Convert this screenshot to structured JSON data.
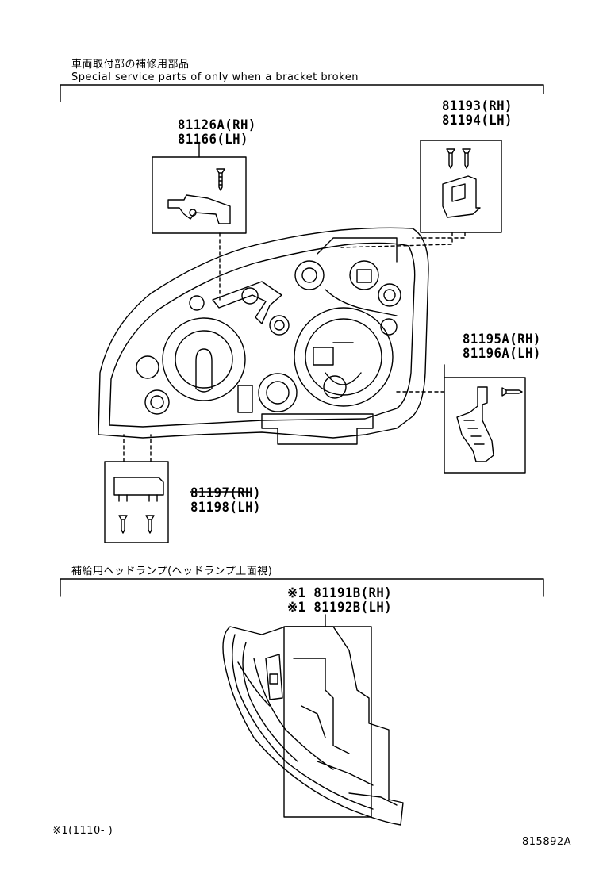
{
  "headers": {
    "jp_bracket": "車両取付部の補修用部品",
    "en_bracket": "Special service parts of only when a bracket broken",
    "jp_supply": "補給用ヘッドランプ(ヘッドランプ上面視)"
  },
  "callouts": {
    "c1": {
      "rh": "81126A(RH)",
      "lh": "81166(LH)"
    },
    "c2": {
      "rh": "81193(RH)",
      "lh": "81194(LH)"
    },
    "c3": {
      "rh": "81195A(RH)",
      "lh": "81196A(LH)"
    },
    "c4": {
      "rh": "81197(RH)",
      "lh": "81198(LH)"
    },
    "c5": {
      "rh": "※1 81191B(RH)",
      "lh": "※1 81192B(LH)"
    }
  },
  "footnote": "※1(1110-   )",
  "diagram_id": "815892A"
}
